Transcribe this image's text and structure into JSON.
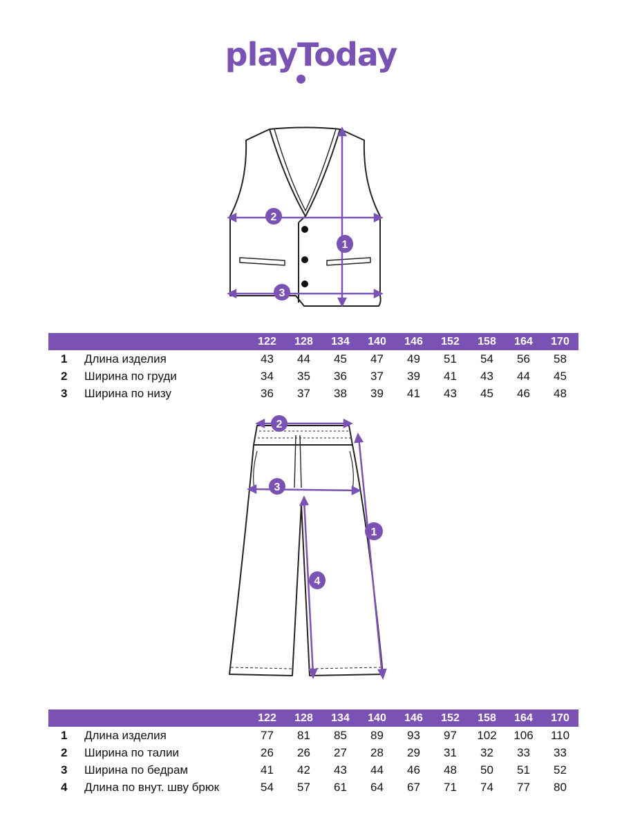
{
  "logo": {
    "text": "playToday"
  },
  "colors": {
    "accent": "#7a52b3",
    "line": "#222222"
  },
  "vest": {
    "markers": [
      "1",
      "2",
      "3"
    ],
    "table": {
      "sizes": [
        "122",
        "128",
        "134",
        "140",
        "146",
        "152",
        "158",
        "164",
        "170"
      ],
      "rows": [
        {
          "num": "1",
          "label": "Длина изделия",
          "values": [
            "43",
            "44",
            "45",
            "47",
            "49",
            "51",
            "54",
            "56",
            "58"
          ]
        },
        {
          "num": "2",
          "label": "Ширина по груди",
          "values": [
            "34",
            "35",
            "36",
            "37",
            "39",
            "41",
            "43",
            "44",
            "45"
          ]
        },
        {
          "num": "3",
          "label": "Ширина по низу",
          "values": [
            "36",
            "37",
            "38",
            "39",
            "41",
            "43",
            "45",
            "46",
            "48"
          ]
        }
      ]
    }
  },
  "pants": {
    "markers": [
      "1",
      "2",
      "3",
      "4"
    ],
    "table": {
      "sizes": [
        "122",
        "128",
        "134",
        "140",
        "146",
        "152",
        "158",
        "164",
        "170"
      ],
      "rows": [
        {
          "num": "1",
          "label": "Длина изделия",
          "values": [
            "77",
            "81",
            "85",
            "89",
            "93",
            "97",
            "102",
            "106",
            "110"
          ]
        },
        {
          "num": "2",
          "label": "Ширина по талии",
          "values": [
            "26",
            "26",
            "27",
            "28",
            "29",
            "31",
            "32",
            "33",
            "33"
          ]
        },
        {
          "num": "3",
          "label": "Ширина по бедрам",
          "values": [
            "41",
            "42",
            "43",
            "44",
            "46",
            "48",
            "50",
            "51",
            "52"
          ]
        },
        {
          "num": "4",
          "label": "Длина по внут. шву брюк",
          "values": [
            "54",
            "57",
            "61",
            "64",
            "67",
            "71",
            "74",
            "77",
            "80"
          ]
        }
      ]
    }
  }
}
